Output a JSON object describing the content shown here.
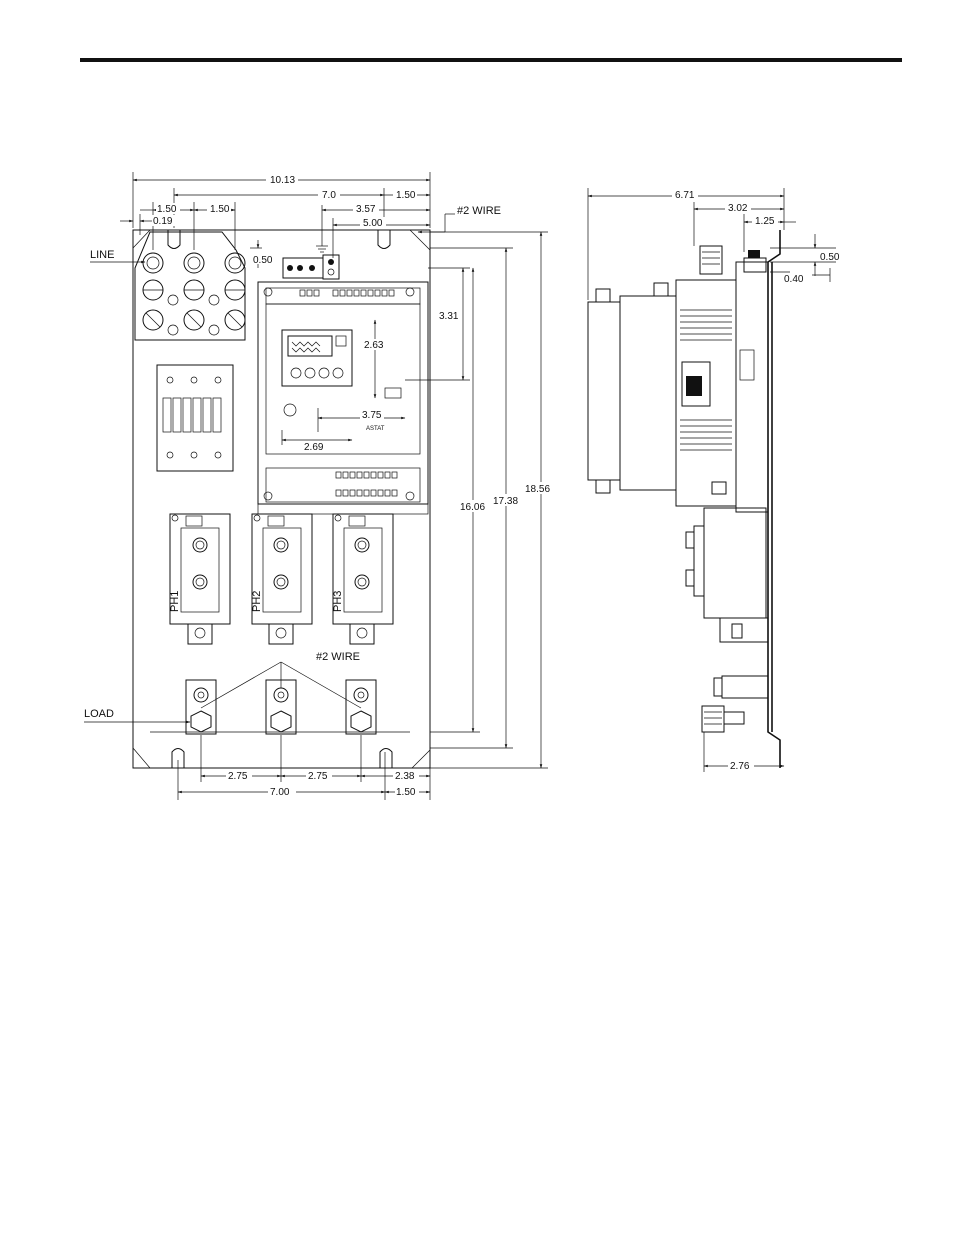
{
  "front_view": {
    "dim_overall_width": "10.13",
    "dim_mount_spacing": "7.0",
    "dim_right_margin_top": "1.50",
    "dim_left_margin": "1.50",
    "dim_edge_offset": "0.19",
    "dim_terminal_pitch": "1.50",
    "dim_ground_offset": "3.57",
    "dim_ground_to_edge": "5.00",
    "dim_small": "0.50",
    "dim_controller_height": "3.31",
    "dim_display": "2.63",
    "dim_controller_center": "3.75",
    "dim_controller_half": "2.69",
    "dim_height_inner": "16.06",
    "dim_height_mid": "17.38",
    "dim_height_overall": "18.56",
    "dim_load_pitch_1": "2.75",
    "dim_load_pitch_2": "2.75",
    "dim_load_right": "2.38",
    "dim_bottom_mount_spacing": "7.00",
    "dim_bottom_right_margin": "1.50",
    "label_wire_top": "#2  WIRE",
    "label_wire_bottom": "#2  WIRE",
    "label_line": "LINE",
    "label_load": "LOAD",
    "label_controller_brand": "ASTAT",
    "phase_labels": [
      "PH1",
      "PH2",
      "PH3"
    ]
  },
  "side_view": {
    "dim_depth": "6.71",
    "dim_depth_mid": "3.02",
    "dim_flange": "1.25",
    "dim_small_a": "0.50",
    "dim_small_b": "0.40",
    "dim_bottom": "2.76"
  }
}
